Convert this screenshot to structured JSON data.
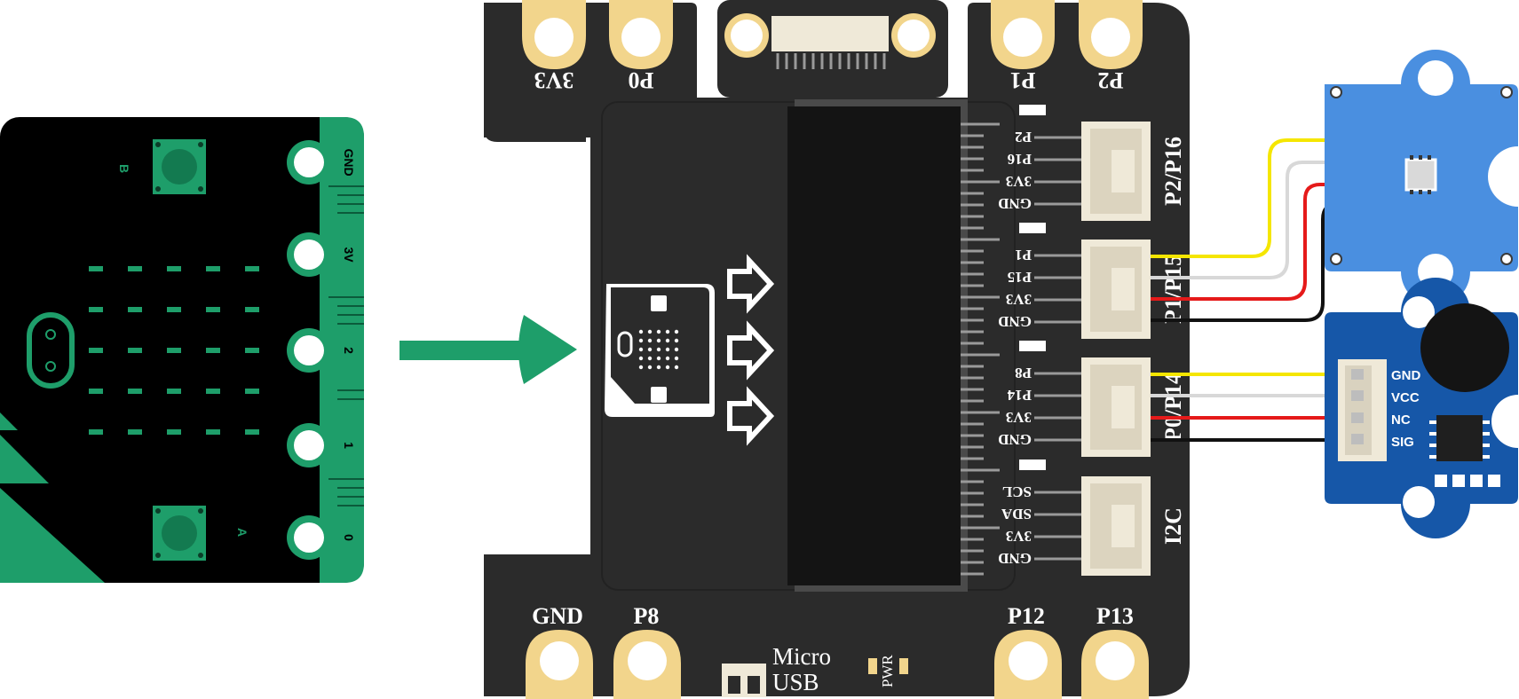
{
  "colors": {
    "microbit_green": "#1e9e6a",
    "board_black": "#2b2b2b",
    "pad_gold": "#f2d58c",
    "arrow_green": "#1e9e6a",
    "rgb_module_blue": "#4a8fe0",
    "mic_module_blue": "#1657a8",
    "wire_yellow": "#f5e600",
    "wire_white": "#d8d8d8",
    "wire_red": "#e51a1a",
    "wire_black": "#111111"
  },
  "microbit": {
    "button_b": "B",
    "button_a": "A",
    "edge_pins": [
      "GND",
      "3V",
      "2",
      "1",
      "0"
    ]
  },
  "board": {
    "top_pads": [
      "3V3",
      "P0",
      "P1",
      "P2"
    ],
    "bottom_pads": [
      "GND",
      "P8",
      "P12",
      "P13"
    ],
    "usb_label_line1": "Micro",
    "usb_label_line2": "USB",
    "pwr_label": "PWR",
    "connectors": [
      {
        "title": "P2/P16",
        "pins": [
          "P2",
          "P16",
          "3V3",
          "GND"
        ]
      },
      {
        "title": "P1/P15",
        "pins": [
          "P1",
          "P15",
          "3V3",
          "GND"
        ]
      },
      {
        "title": "P0/P14",
        "pins": [
          "P8",
          "P14",
          "3V3",
          "GND"
        ]
      },
      {
        "title": "I2C",
        "pins": [
          "SCL",
          "SDA",
          "3V3",
          "GND"
        ]
      }
    ]
  },
  "mic_module": {
    "pins": [
      "GND",
      "VCC",
      "NC",
      "SIG"
    ]
  }
}
